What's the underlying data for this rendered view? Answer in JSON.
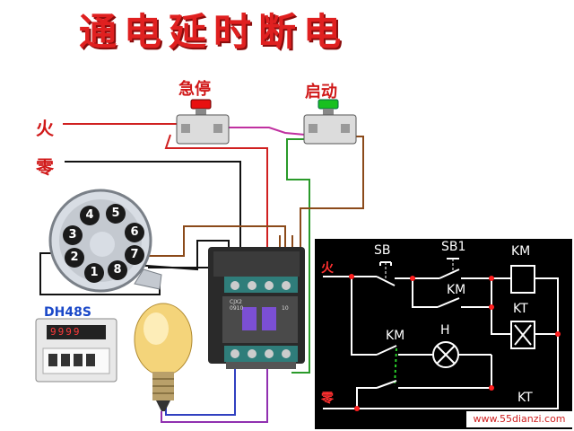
{
  "title": "通电延时断电",
  "labels": {
    "estop": "急停",
    "start": "启动",
    "live": "火",
    "neutral": "零",
    "timer_model": "DH48S"
  },
  "socket_pins": [
    "4",
    "5",
    "3",
    "6",
    "2",
    "7",
    "1",
    "8"
  ],
  "timer_display": "9999",
  "contactor_markings": {
    "model": "CJX2",
    "code": "0910",
    "rating": "10"
  },
  "schematic": {
    "live": "火",
    "neutral": "零",
    "sb": "SB",
    "sb1": "SB1",
    "km_coil": "KM",
    "km_hold": "KM",
    "kt_coil": "KT",
    "km_load": "KM",
    "lamp": "H",
    "kt_contact": "KT"
  },
  "website": "www.55dianzi.com",
  "colors": {
    "title": "#e02020",
    "wire_red": "#d02020",
    "wire_green": "#2a9a2a",
    "wire_brown": "#8b4a1a",
    "wire_purple": "#9030b0",
    "wire_blue": "#3040c0",
    "button_red": "#e81010",
    "button_green": "#18c020"
  }
}
